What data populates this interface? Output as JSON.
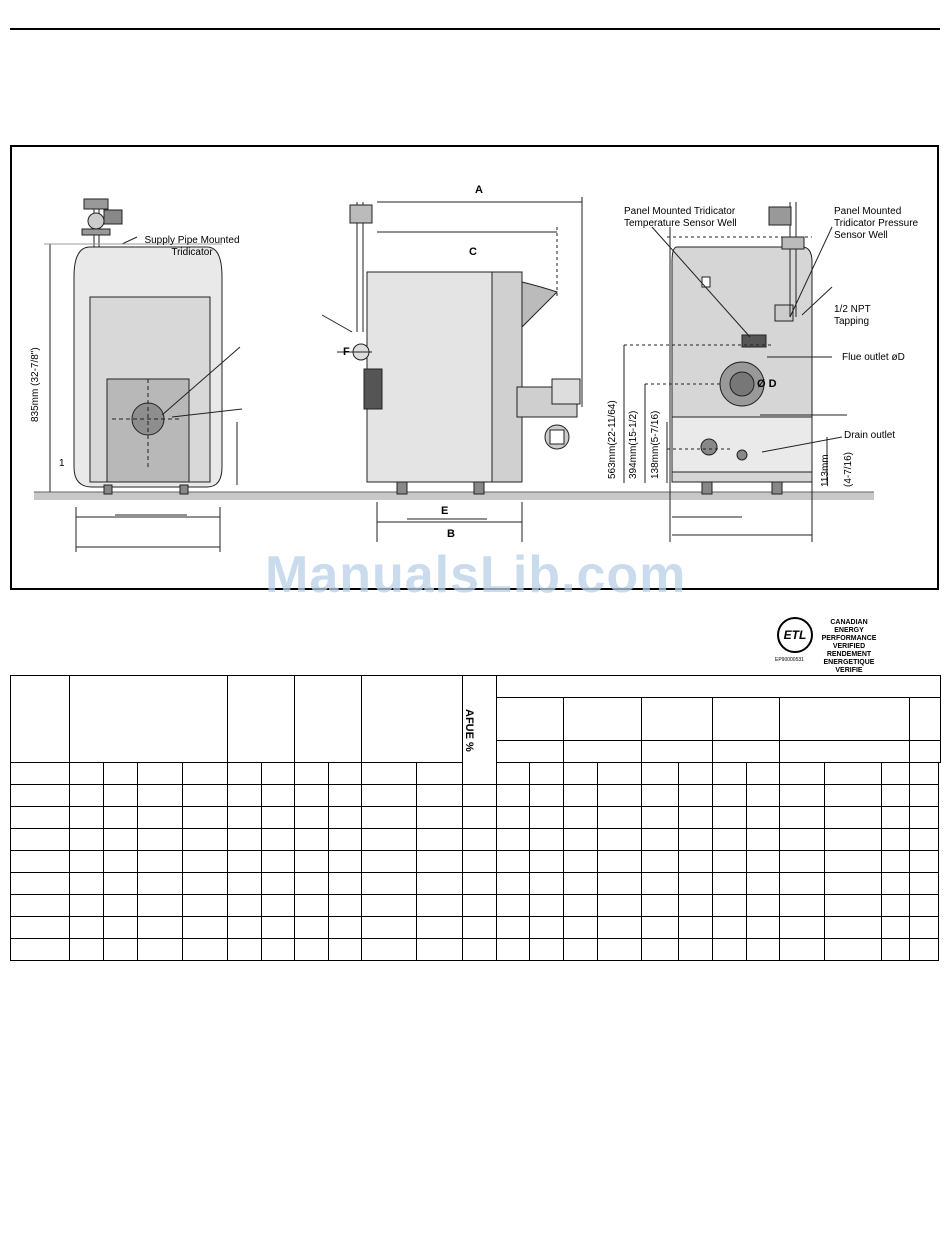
{
  "watermark": "ManualsLib.com",
  "figure": {
    "callouts": {
      "supply_pipe": "Supply Pipe Mounted Tridicator",
      "panel_temp": "Panel Mounted Tridicator Temperature Sensor Well",
      "panel_pressure": "Panel Mounted Tridicator Pressure Sensor Well",
      "npt": "1/2 NPT Tapping",
      "flue_outlet": "Flue outlet øD",
      "drain_outlet": "Drain outlet",
      "od": "Ø D"
    },
    "dimension_letters": {
      "a": "A",
      "b": "B",
      "c": "C",
      "e": "E",
      "f": "F"
    },
    "dimensions": {
      "height_835": "835mm (32-7/8\")",
      "floor_1": "1",
      "d563": "563mm(22-11/64)",
      "d394": "394mm(15-1/2)",
      "d138": "138mm(5-7/16)",
      "d113": "113mm",
      "d113_in": "(4-7/16)"
    }
  },
  "certification": {
    "mark": "ETL",
    "text_en": "CANADIAN ENERGY PERFORMANCE VERIFIED",
    "text_fr": "RENDEMENT ENERGETIQUE VERIFIE",
    "number": "EP90000531"
  },
  "table": {
    "afue_header": "AFUE %"
  }
}
